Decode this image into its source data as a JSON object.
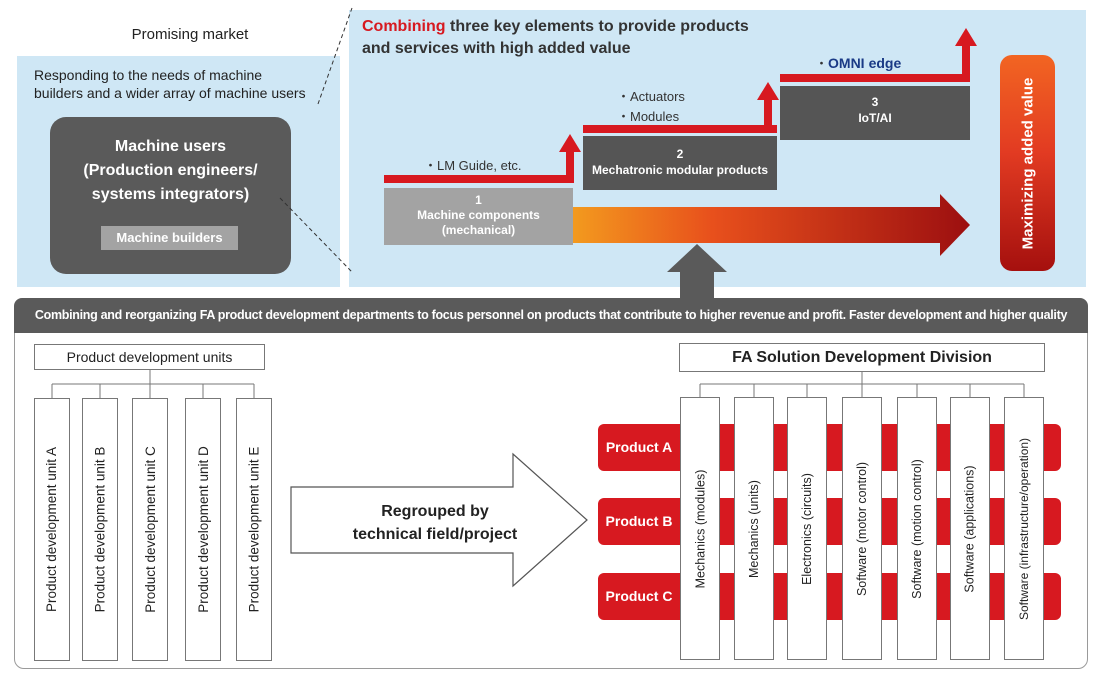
{
  "market": {
    "title": "Promising market",
    "description_line1": "Responding to the needs of machine",
    "description_line2": "builders and a wider array of machine users",
    "users_line1": "Machine users",
    "users_line2": "(Production engineers/",
    "users_line3": "systems integrators)",
    "builders": "Machine builders"
  },
  "combine": {
    "title_highlight": "Combining",
    "title_rest_line1": " three key elements to provide products",
    "title_line2": "and services with high added value",
    "steps": [
      {
        "number": "1",
        "line1": "Machine components",
        "line2": "(mechanical)",
        "label": "・LM Guide, etc."
      },
      {
        "number": "2",
        "line1": "Mechatronic modular products",
        "label1": "・Actuators",
        "label2": "・Modules"
      },
      {
        "number": "3",
        "line1": "IoT/AI",
        "label_prefix": "・",
        "label_omni": "OMNI",
        "label_edge": "edge"
      }
    ],
    "maximizing": "Maximizing added value"
  },
  "band_text": "Combining and reorganizing FA product development departments to focus personnel on products that contribute to higher revenue and profit. Faster development and higher quality",
  "left_org": {
    "header": "Product development units",
    "units": [
      "Product development unit A",
      "Product development unit B",
      "Product development unit C",
      "Product development unit D",
      "Product development unit E"
    ]
  },
  "arrow": {
    "line1": "Regrouped by",
    "line2": "technical field/project"
  },
  "right_org": {
    "header": "FA Solution Development Division",
    "products": [
      "Product A",
      "Product B",
      "Product C"
    ],
    "departments": [
      "Mechanics (modules)",
      "Mechanics (units)",
      "Electronics (circuits)",
      "Software (motor control)",
      "Software (motion control)",
      "Software (applications)",
      "Software (infrastructure/operation)"
    ]
  },
  "colors": {
    "accent_red": "#d71920",
    "panel_blue": "#cfe7f5",
    "dark_gray": "#555555",
    "light_gray": "#a3a3a3",
    "omni_blue": "#1a3a86"
  }
}
